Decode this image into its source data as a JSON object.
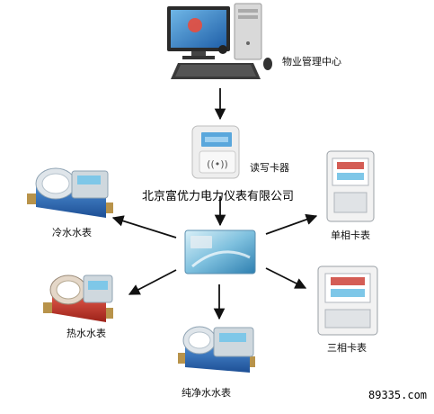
{
  "center": {
    "label": "物业管理中心"
  },
  "reader": {
    "label": "读写卡器"
  },
  "company": "北京富优力电力仪表有限公司",
  "meters": {
    "cold_water": "冷水水表",
    "hot_water": "热水水表",
    "pure_water": "纯净水水表",
    "single_phase": "单相卡表",
    "three_phase": "三相卡表"
  },
  "watermark": "89335.com",
  "colors": {
    "meter_blue": "#2f6fb8",
    "meter_red": "#c9342a",
    "brass": "#b8934a",
    "lcd": "#7ec7e8"
  }
}
